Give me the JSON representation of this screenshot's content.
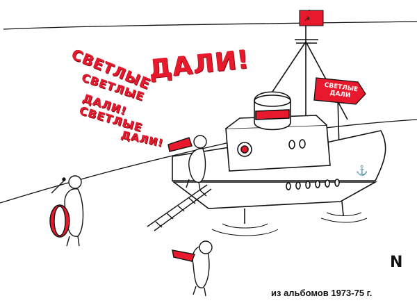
{
  "slogans": {
    "line1": "СВЕТЛЫЕ",
    "line2": "ДАЛИ!",
    "line3": "СВЕТЛЫЕ",
    "line4": "ДАЛИ!",
    "line5": "СВЕТЛЫЕ",
    "line6": "ДАЛИ!"
  },
  "signpost": {
    "text": "СВЕТЛЫЕ ДАЛИ"
  },
  "signature": "N",
  "caption": "из альбомов 1973-75 г.",
  "colors": {
    "red": "#e8192c",
    "ink": "#111111",
    "paper": "#ffffff"
  }
}
